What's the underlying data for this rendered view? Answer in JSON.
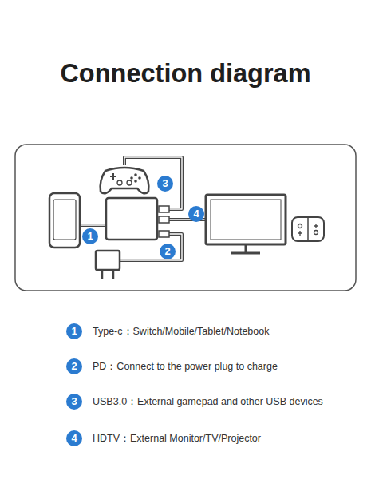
{
  "diagram": {
    "title": "Connection diagram",
    "labels": [
      "3",
      "4",
      "1",
      "2",
      "1",
      "Type-c：Switch/Mobile/Tablet/Notebook",
      "2",
      "PD：Connect to the power plug to charge",
      "3",
      "USB3.0：External gamepad and other USB devices",
      "4",
      "HDTV：External Monitor/TV/Projector"
    ]
  }
}
